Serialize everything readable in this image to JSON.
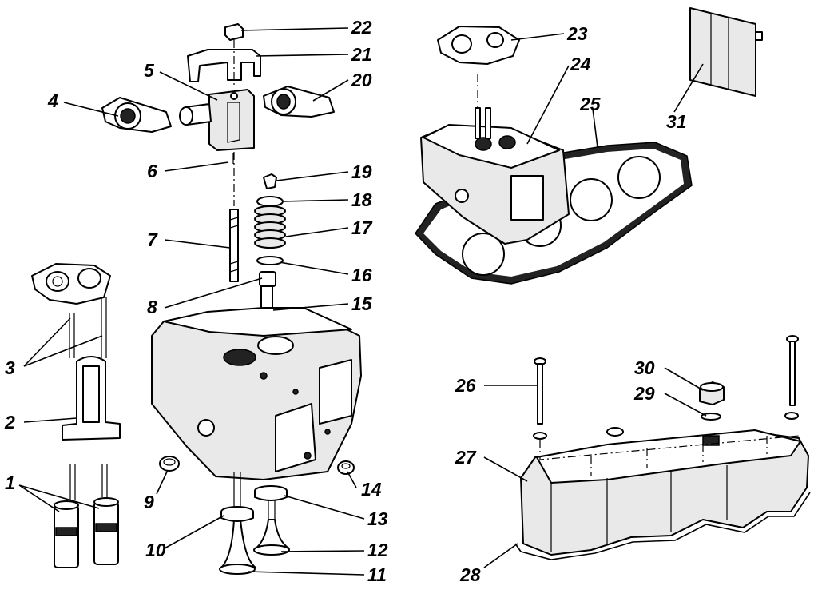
{
  "callouts": [
    {
      "id": "1",
      "label": "1"
    },
    {
      "id": "2",
      "label": "2"
    },
    {
      "id": "3",
      "label": "3"
    },
    {
      "id": "4",
      "label": "4"
    },
    {
      "id": "5",
      "label": "5"
    },
    {
      "id": "6",
      "label": "6"
    },
    {
      "id": "7",
      "label": "7"
    },
    {
      "id": "8",
      "label": "8"
    },
    {
      "id": "9",
      "label": "9"
    },
    {
      "id": "10",
      "label": "10"
    },
    {
      "id": "11",
      "label": "11"
    },
    {
      "id": "12",
      "label": "12"
    },
    {
      "id": "13",
      "label": "13"
    },
    {
      "id": "14",
      "label": "14"
    },
    {
      "id": "15",
      "label": "15"
    },
    {
      "id": "16",
      "label": "16"
    },
    {
      "id": "17",
      "label": "17"
    },
    {
      "id": "18",
      "label": "18"
    },
    {
      "id": "19",
      "label": "19"
    },
    {
      "id": "20",
      "label": "20"
    },
    {
      "id": "21",
      "label": "21"
    },
    {
      "id": "22",
      "label": "22"
    },
    {
      "id": "23",
      "label": "23"
    },
    {
      "id": "24",
      "label": "24"
    },
    {
      "id": "25",
      "label": "25"
    },
    {
      "id": "26",
      "label": "26"
    },
    {
      "id": "27",
      "label": "27"
    },
    {
      "id": "28",
      "label": "28"
    },
    {
      "id": "29",
      "label": "29"
    },
    {
      "id": "30",
      "label": "30"
    },
    {
      "id": "31",
      "label": "31"
    }
  ],
  "colors": {
    "ink": "#000000",
    "background": "#ffffff"
  }
}
